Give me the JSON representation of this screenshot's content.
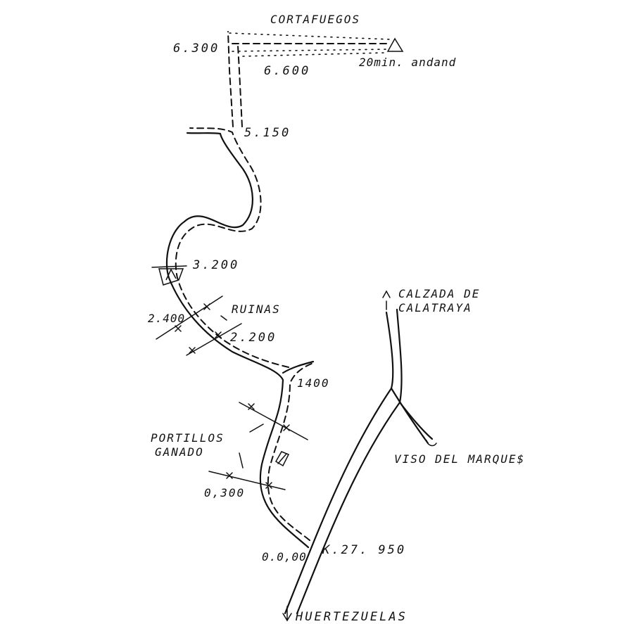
{
  "map": {
    "labels": {
      "cortafuegos": "CORTAFUEGOS",
      "km_6300": "6.300",
      "km_6600": "6.600",
      "walk_note": "20min. andand",
      "km_5150": "5.150",
      "km_3200": "3.200",
      "ruinas": "RUINAS",
      "km_2400": "2.400",
      "km_2200": "2.200",
      "km_1400": "1400",
      "calzada_line1": "CALZADA DE",
      "calzada_line2": "CALATRAYA",
      "portillos_line1": "PORTILLOS",
      "portillos_line2": "GANADO",
      "viso": "VISO DEL MARQUE$",
      "km_0300": "0,300",
      "km_0000": "0.0,00",
      "km_27950": "K.27. 950",
      "huertezuelas": "HUERTEZUELAS"
    },
    "colors": {
      "ink": "#111111",
      "paper": "#ffffff"
    },
    "icons": {
      "summit": "triangle-icon",
      "fountain": "trough-icon",
      "hut": "square-icon",
      "direction": "arrow-icon",
      "gate": "cross-mark-icon"
    }
  }
}
